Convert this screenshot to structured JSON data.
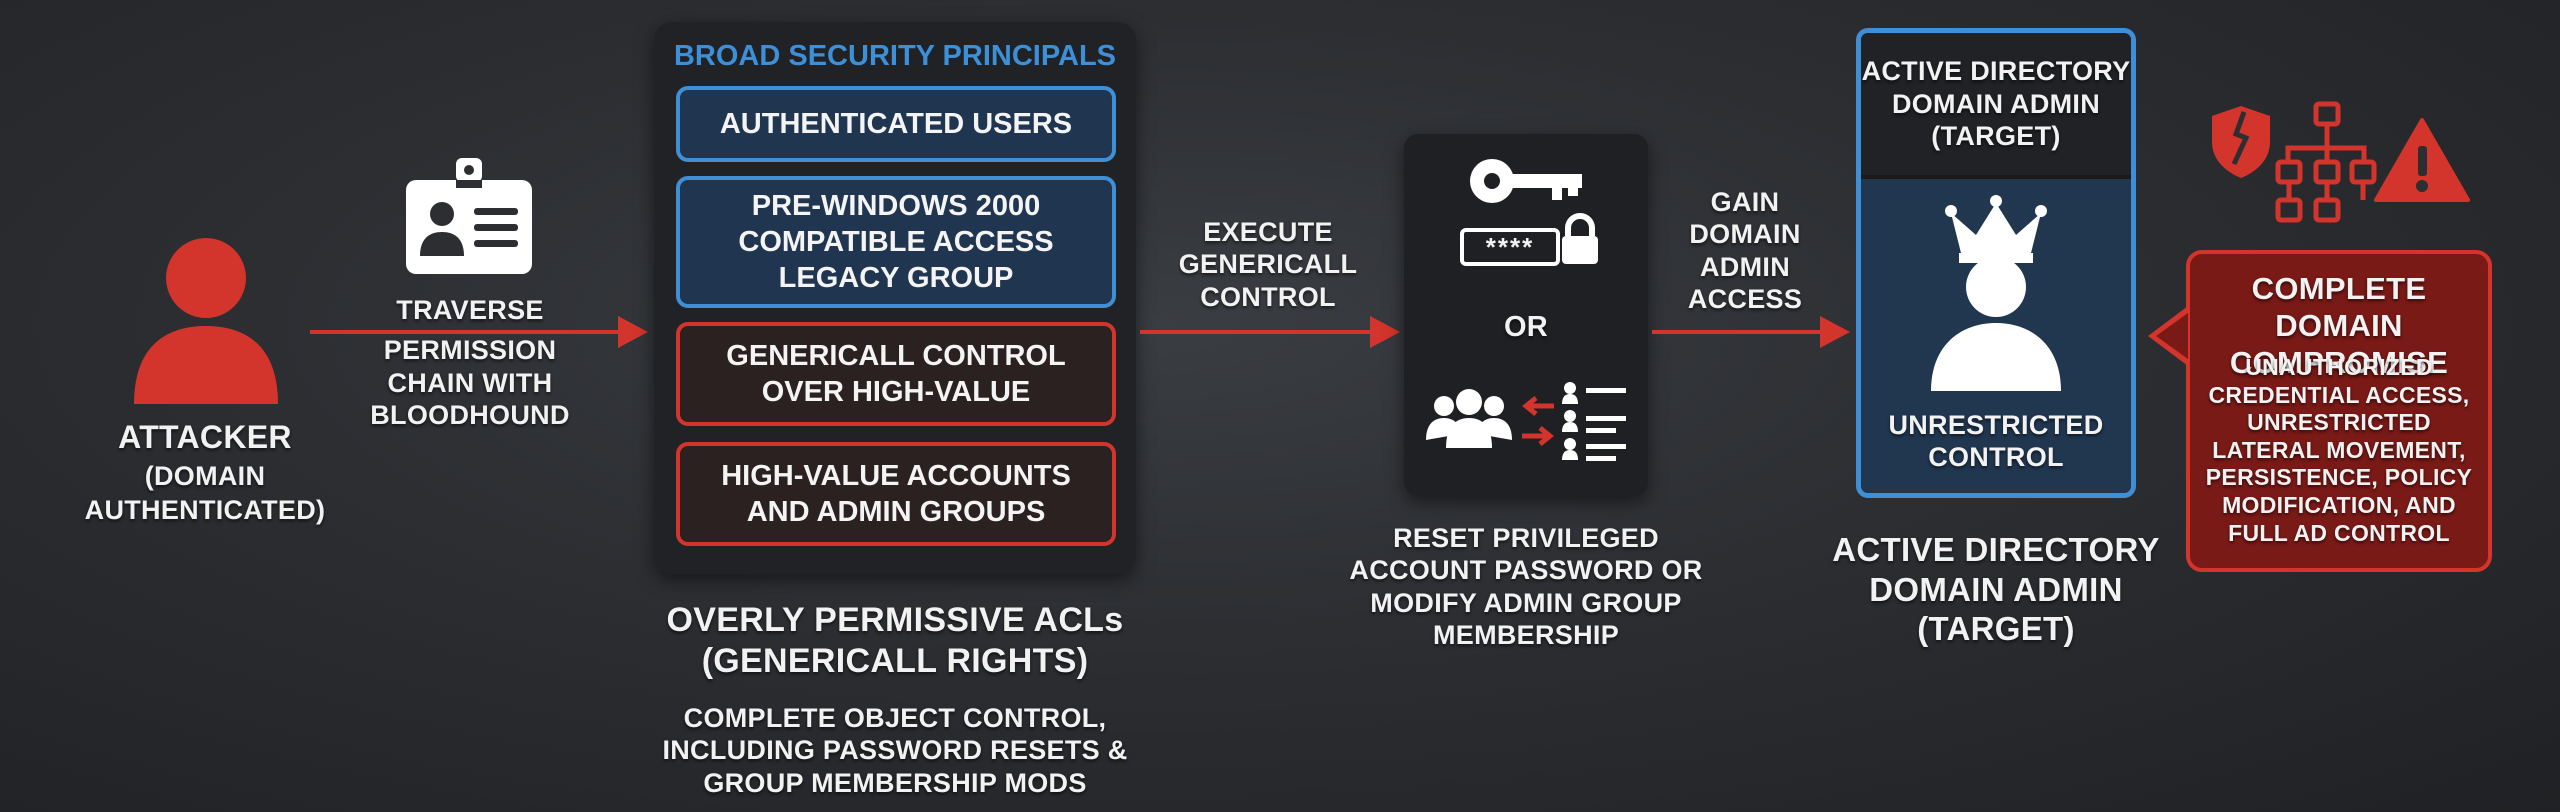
{
  "attacker": {
    "title": "ATTACKER",
    "subtitle_line1": "(DOMAIN",
    "subtitle_line2": "AUTHENTICATED)",
    "icon": "user-icon",
    "color": "#d3342c"
  },
  "step1": {
    "icon": "id-badge-icon",
    "line1": "TRAVERSE",
    "line2": "PERMISSION",
    "line3": "CHAIN WITH",
    "line4": "BLOODHOUND"
  },
  "acl_panel": {
    "header": "BROAD SECURITY PRINCIPALS",
    "box1": "AUTHENTICATED USERS",
    "box2_line1": "PRE-WINDOWS 2000",
    "box2_line2": "COMPATIBLE ACCESS",
    "box2_line3": "LEGACY GROUP",
    "box3_line1": "GENERICALL CONTROL",
    "box3_line2": "OVER HIGH-VALUE",
    "box4_line1": "HIGH-VALUE ACCOUNTS",
    "box4_line2": "AND ADMIN GROUPS",
    "title_line1": "OVERLY PERMISSIVE ACLs",
    "title_line2": "(GENERICALL RIGHTS)",
    "desc_line1": "COMPLETE OBJECT CONTROL,",
    "desc_line2": "INCLUDING PASSWORD RESETS &",
    "desc_line3": "GROUP MEMBERSHIP MODS"
  },
  "step2": {
    "line1": "EXECUTE",
    "line2": "GENERICALL",
    "line3": "CONTROL"
  },
  "reset_panel": {
    "password_mask": "****",
    "or_label": "OR",
    "caption_line1": "RESET PRIVILEGED",
    "caption_line2": "ACCOUNT PASSWORD OR",
    "caption_line3": "MODIFY ADMIN GROUP",
    "caption_line4": "MEMBERSHIP"
  },
  "step3": {
    "line1": "GAIN",
    "line2": "DOMAIN",
    "line3": "ADMIN",
    "line4": "ACCESS"
  },
  "target": {
    "header_line1": "ACTIVE DIRECTORY",
    "header_line2": "DOMAIN ADMIN",
    "header_line3": "(TARGET)",
    "body_line1": "UNRESTRICTED",
    "body_line2": "CONTROL",
    "caption_line1": "ACTIVE DIRECTORY",
    "caption_line2": "DOMAIN ADMIN",
    "caption_line3": "(TARGET)"
  },
  "compromise": {
    "title_line1": "COMPLETE DOMAIN",
    "title_line2": "COMPROMISE",
    "desc_line1": "UNAUTHORIZED",
    "desc_line2": "CREDENTIAL ACCESS,",
    "desc_line3": "UNRESTRICTED",
    "desc_line4": "LATERAL MOVEMENT,",
    "desc_line5": "PERSISTENCE, POLICY",
    "desc_line6": "MODIFICATION, AND",
    "desc_line7": "FULL AD CONTROL"
  },
  "colors": {
    "accent_red": "#d3342c",
    "accent_blue": "#3f8fd6",
    "header_blue": "#3d8fd8"
  }
}
